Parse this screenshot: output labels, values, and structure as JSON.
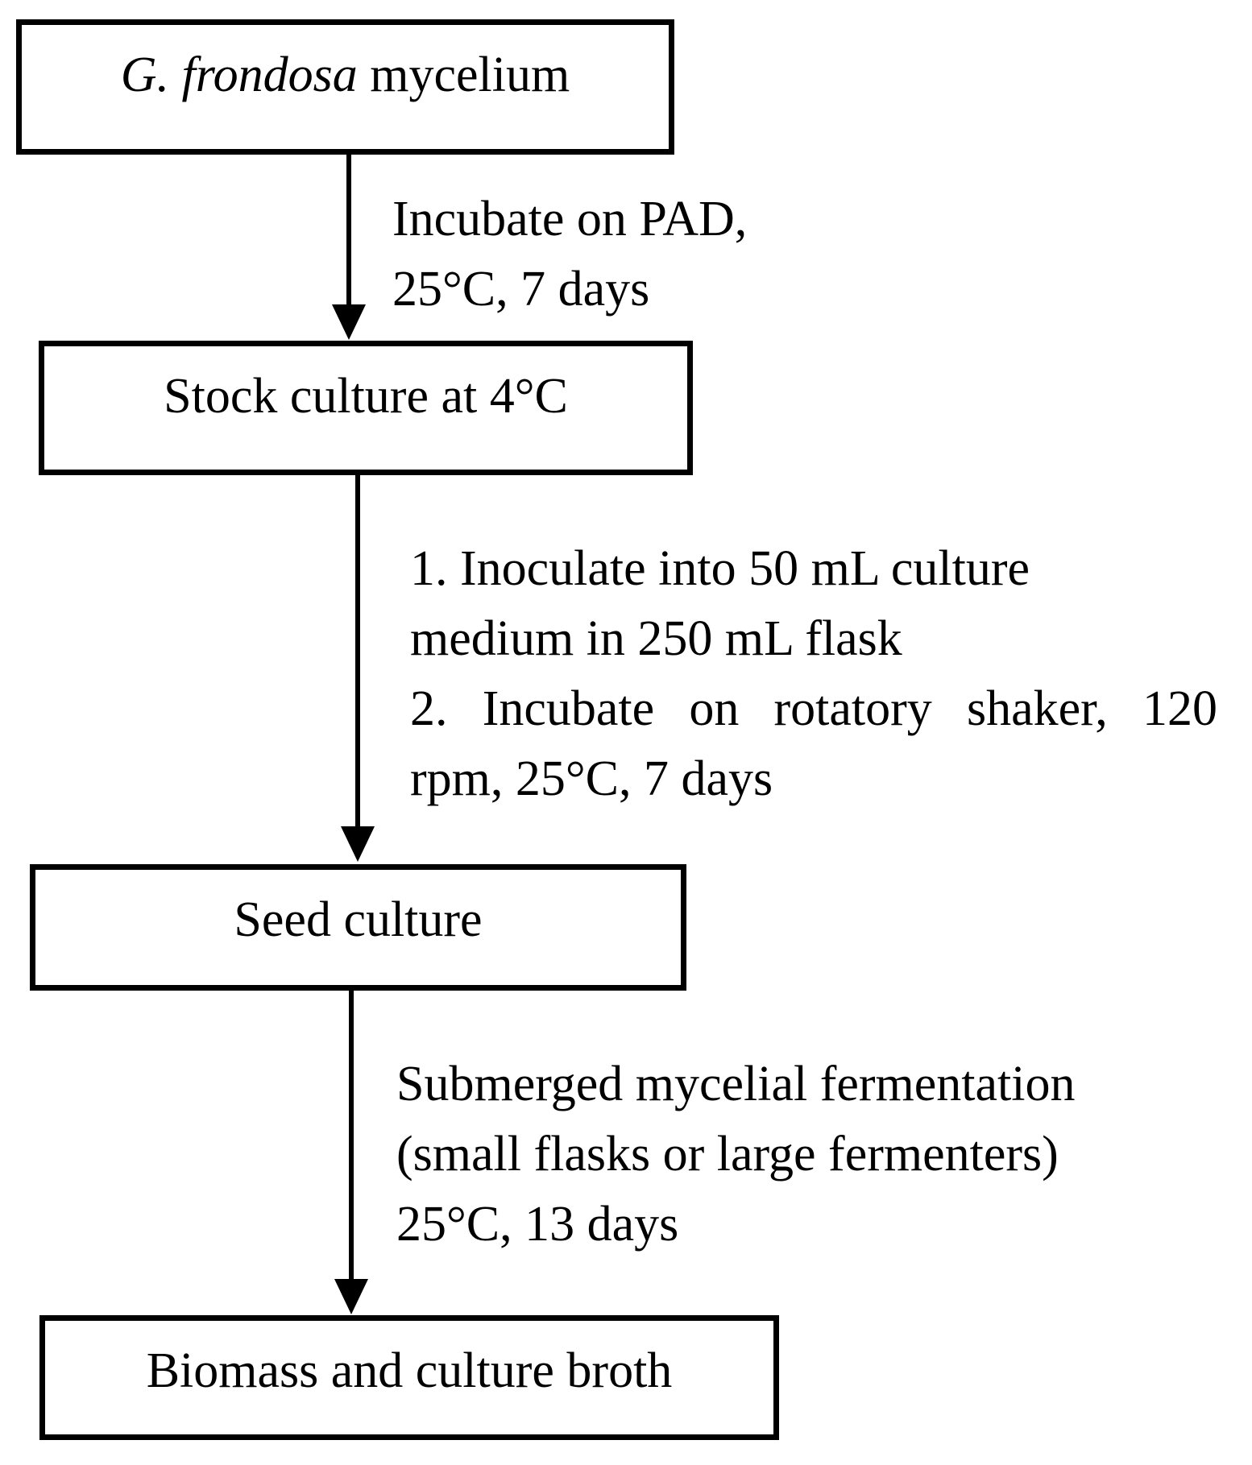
{
  "colors": {
    "line": "#000000",
    "background": "#ffffff",
    "text": "#000000"
  },
  "boxes": {
    "box1": {
      "italic": "G. frondosa",
      "rest": " mycelium"
    },
    "box2": {
      "label": "Stock culture at 4°C"
    },
    "box3": {
      "label": "Seed culture"
    },
    "box4": {
      "label": "Biomass and culture broth"
    }
  },
  "annotations": {
    "step1": {
      "lines": [
        "Incubate on PAD,",
        "25°C, 7 days"
      ]
    },
    "step2": {
      "lines": [
        "1. Inoculate into 50 mL culture",
        "medium in 250 mL flask",
        "2. Incubate on rotatory shaker, 120",
        "rpm, 25°C, 7 days"
      ]
    },
    "step3": {
      "lines": [
        "Submerged mycelial fermentation",
        "(small flasks or large fermenters)",
        "25°C, 13 days"
      ]
    }
  }
}
